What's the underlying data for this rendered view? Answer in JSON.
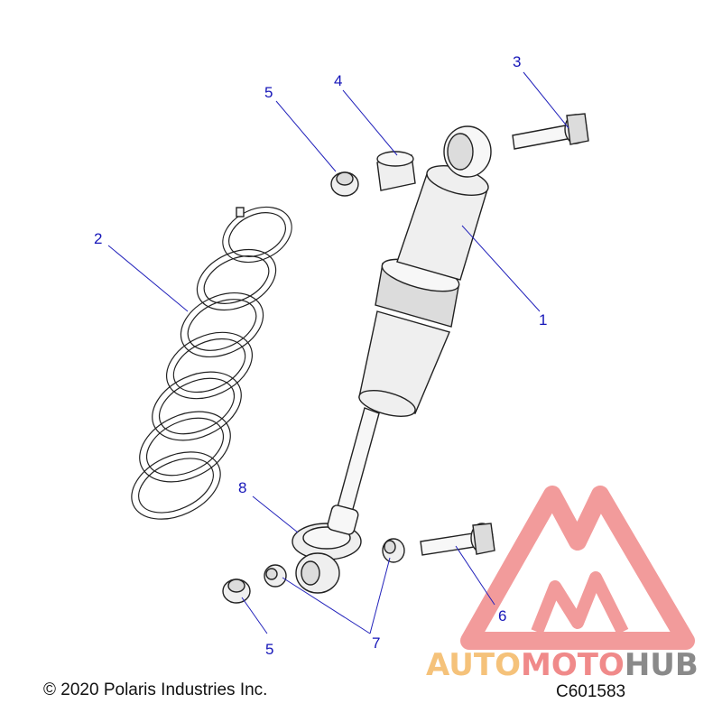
{
  "callouts": [
    {
      "id": "1",
      "label": "1"
    },
    {
      "id": "2",
      "label": "2"
    },
    {
      "id": "3",
      "label": "3"
    },
    {
      "id": "4",
      "label": "4"
    },
    {
      "id": "5a",
      "label": "5"
    },
    {
      "id": "5b",
      "label": "5"
    },
    {
      "id": "6",
      "label": "6"
    },
    {
      "id": "7",
      "label": "7"
    },
    {
      "id": "8",
      "label": "8"
    }
  ],
  "footer": {
    "copyright": "© 2020 Polaris Industries Inc.",
    "diagram_code": "C601583"
  },
  "watermark": {
    "part1": "AUTO",
    "part2": "MOTO",
    "part3": "HUB",
    "color_red": "#f08a8a",
    "color_orange": "#f5c27a",
    "color_grey": "#8a8a8a"
  },
  "colors": {
    "callout": "#1515b8",
    "line_art": "#222222"
  }
}
